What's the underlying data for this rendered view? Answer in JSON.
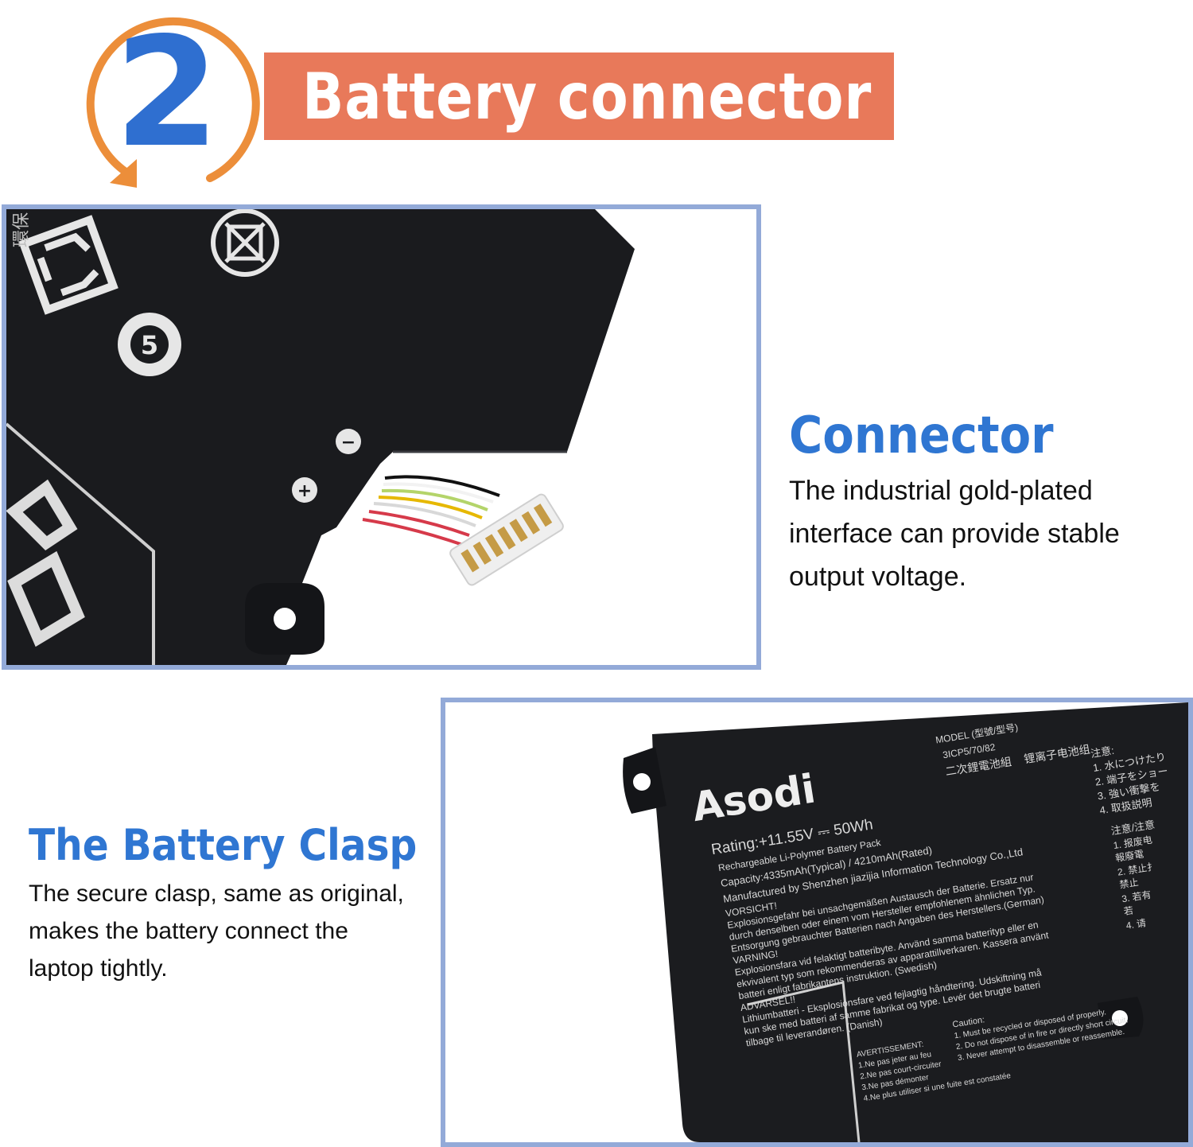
{
  "header": {
    "step_number": "2",
    "title": "Battery connector"
  },
  "connector": {
    "title": "Connector",
    "description": "The industrial gold-plated interface can provide stable output voltage."
  },
  "clasp": {
    "title": "The Battery Clasp",
    "description": "The secure clasp, same as original, makes the battery connect the laptop tightly."
  },
  "battery_label": {
    "brand": "Asodi",
    "model_heading": "MODEL (型號/型号)",
    "model": "3ICP5/70/82",
    "cn_name_1": "二次鋰電池組",
    "cn_name_2": "锂离子电池组",
    "rating": "Rating:+11.55V ⎓ 50Wh",
    "pack_type": "Rechargeable Li-Polymer Battery Pack",
    "capacity": "Capacity:4335mAh(Typical) / 4210mAh(Rated)",
    "manufacturer": "Manufactured by  Shenzhen jiazijia Information Technology Co.,Ltd",
    "warning_lines": [
      "VORSICHT!",
      "Explosionsgefahr bei unsachgemäßen Austausch der Batterie. Ersatz nur",
      "durch denselben oder einem vom Hersteller empfohlenem ähnlichen Typ.",
      "Entsorgung gebrauchter Batterien nach Angaben des Herstellers.(German)",
      "VARNING!",
      "Explosionsfara vid felaktigt batteribyte. Använd samma batterityp eller en",
      "ekvivalent typ som rekommenderas av apparattillverkaren. Kassera använt",
      "batteri enligt fabrikantens instruktion. (Swedish)",
      "ADVARSEL!!",
      "Lithiumbatteri - Eksplosionsfare ved fejlagtig håndtering. Udskiftning må",
      "kun ske med batteri af samme fabrikat og type. Levér det brugte batteri",
      "tilbage til leverandøren. (Danish)"
    ],
    "caution_lines": [
      "Caution:",
      "1. Must be recycled or disposed of properly.",
      "2. Do not dispose of in fire or directly short circuit.",
      "3. Never attempt to disassemble or reassemble."
    ],
    "avertissement_lines": [
      "AVERTISSEMENT:",
      "1.Ne pas jeter au feu",
      "2.Ne pas court-circuiter",
      "3.Ne pas démonter",
      "4.Ne plus utiliser si une fuite est constatée"
    ],
    "jp_lines": [
      "注意:",
      "1. 水につけたり",
      "2. 端子をショー",
      "3. 強い衝撃を",
      "4. 取扱説明"
    ],
    "cn_lines": [
      "注意/注意",
      "1. 报废电",
      "   報廢電",
      "2. 禁止扌",
      "   禁止",
      "3. 若有",
      "   若",
      "4. 请"
    ]
  },
  "connector_photo": {
    "minus_symbol": "−",
    "plus_symbol": "+",
    "corner_text": "環保"
  }
}
